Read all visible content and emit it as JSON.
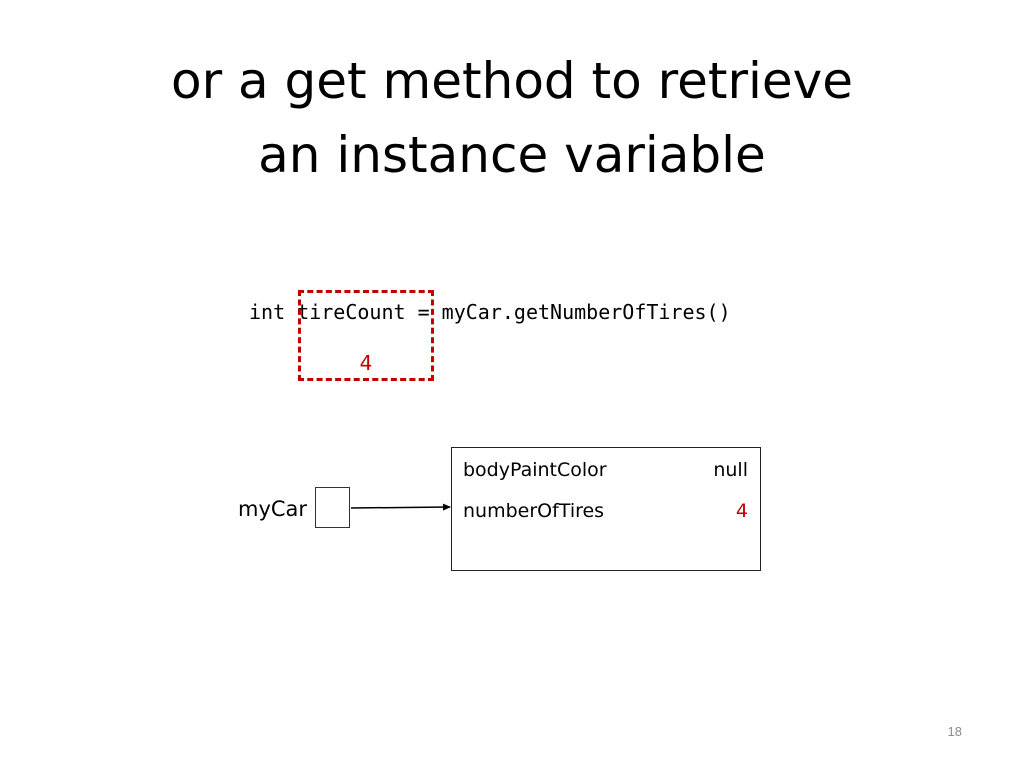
{
  "title": {
    "line1": "or a get method to retrieve",
    "line2": "an instance variable"
  },
  "code": {
    "statement": "int tireCount = myCar.getNumberOfTires()",
    "result_value": "4"
  },
  "reference": {
    "label": "myCar"
  },
  "object": {
    "fields": [
      {
        "name": "bodyPaintColor",
        "value": "null"
      },
      {
        "name": "numberOfTires",
        "value": "4"
      }
    ]
  },
  "colors": {
    "highlight": "#c00000",
    "text": "#000000",
    "page_number": "#8c8c8c"
  },
  "page_number": "18"
}
